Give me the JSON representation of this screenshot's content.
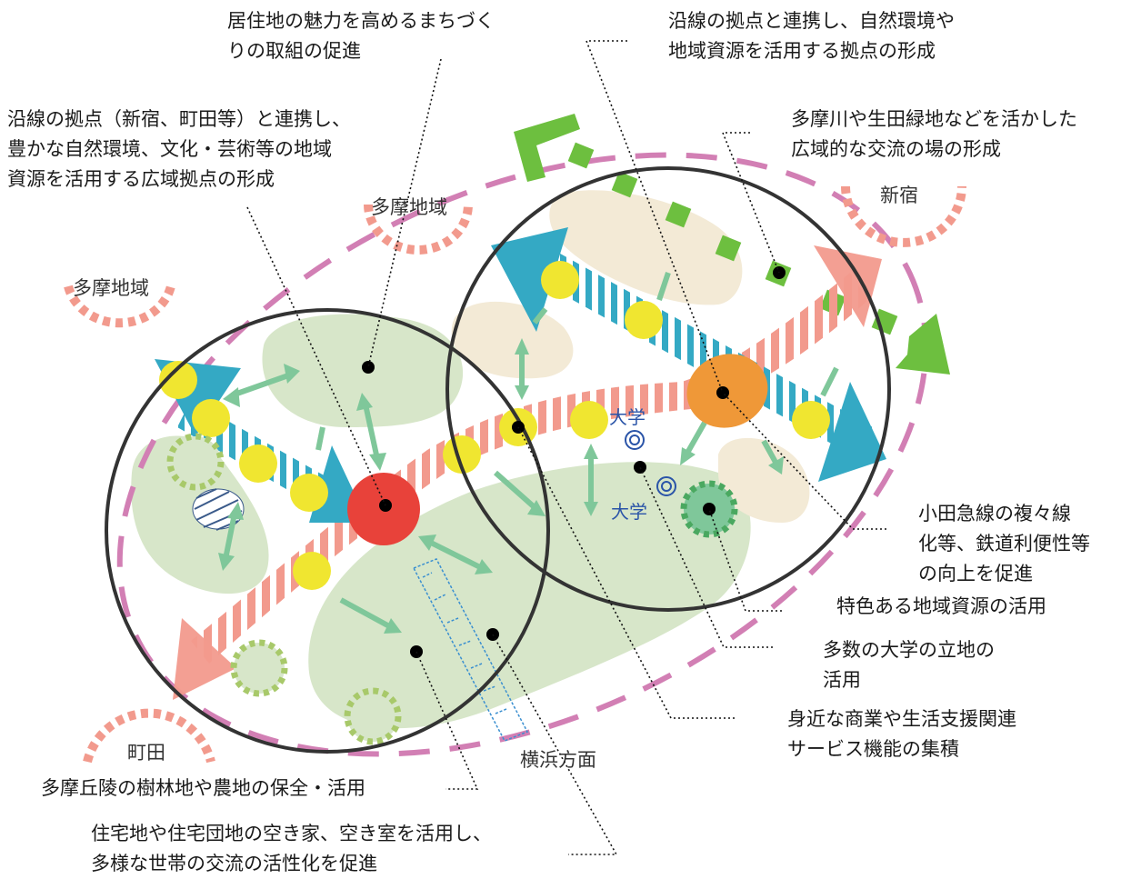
{
  "annotations": {
    "a1": [
      "居住地の魅力を高めるまちづく",
      "りの取組の促進"
    ],
    "a2": [
      "沿線の拠点と連携し、自然環境や",
      "地域資源を活用する拠点の形成"
    ],
    "a3": [
      "沿線の拠点（新宿、町田等）と連携し、",
      "豊かな自然環境、文化・芸術等の地域",
      "資源を活用する広域拠点の形成"
    ],
    "a4": [
      "多摩川や生田緑地などを活かした",
      "広域的な交流の場の形成"
    ],
    "a5": [
      "小田急線の複々線",
      "化等、鉄道利便性等",
      "の向上を促進"
    ],
    "a6": [
      "特色ある地域資源の活用"
    ],
    "a7": [
      "多数の大学の立地の",
      "活用"
    ],
    "a8": [
      "身近な商業や生活支援関連",
      "サービス機能の集積"
    ],
    "a9": [
      "多摩丘陵の樹林地や農地の保全・活用"
    ],
    "a10": [
      "住宅地や住宅団地の空き家、空き室を活用し、",
      "多様な世帯の交流の活性化を促進"
    ]
  },
  "places": {
    "tama_top": "多摩地域",
    "tama_left": "多摩地域",
    "shinjuku": "新宿",
    "machida": "町田",
    "yokohama": "横浜方面",
    "univ1": "大学",
    "univ2": "大学"
  },
  "colors": {
    "dashed_ellipse": "#d27fb4",
    "circle": "#333333",
    "railway": "#f29a8d",
    "blue_arrow": "#34a9c4",
    "stripe": "#ffffff",
    "green_area": "#d7e6c9",
    "beige_area": "#f3ead6",
    "yellow_dot": "#f0e630",
    "red_hub": "#e8423a",
    "orange_hub": "#ef9838",
    "green_arrow": "#7fc79a",
    "green_square": "#6dbf3f",
    "univ_blue": "#2a54a8"
  }
}
